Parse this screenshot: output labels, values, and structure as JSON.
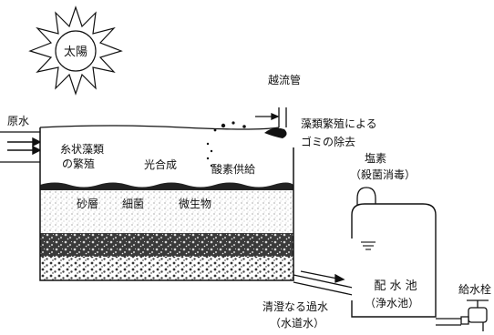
{
  "diagram": {
    "sun": "太陽",
    "raw_water": "原水",
    "overflow_pipe": "越流管",
    "filamentous_algae_line1": "糸状藻類",
    "filamentous_algae_line2": "の繁殖",
    "photosynthesis": "光合成",
    "oxygen_supply": "酸素供給",
    "algae_removal_line1": "藻類繁殖による",
    "algae_removal_line2": "ゴミの除去",
    "sand_layer": "砂層",
    "bacteria": "細菌",
    "microorganisms": "微生物",
    "chlorine_line1": "塩素",
    "chlorine_line2": "（殺菌消毒）",
    "reservoir_line1": "配 水 池",
    "reservoir_line2": "（浄水池）",
    "hydrant": "給水栓",
    "clear_water_line1": "清澄なる過水",
    "clear_water_line2": "（水道水）"
  },
  "icons": {
    "sun": "sun-icon",
    "flow_arrow": "arrow-right-icon",
    "faucet": "faucet-icon",
    "chlorine_tank": "tank-icon"
  }
}
